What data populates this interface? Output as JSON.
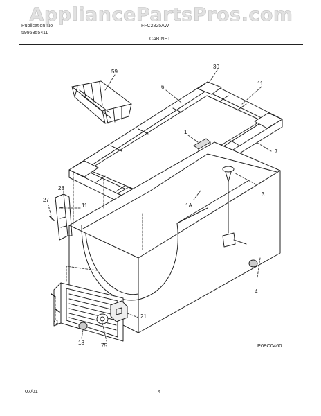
{
  "header": {
    "publication_label": "Publication No",
    "publication_no": "5995355411",
    "model": "FFC2825AW",
    "section": "CABINET"
  },
  "watermark": "AppliancePartsPros.com",
  "callouts": {
    "c59": "59",
    "c30": "30",
    "c6": "6",
    "c11_top": "11",
    "c1": "1",
    "c7": "7",
    "c28": "28",
    "c27": "27",
    "c11_left": "11",
    "c1A": "1A",
    "c3": "3",
    "c4": "4",
    "c21": "21",
    "c71": "71",
    "c18": "18",
    "c75": "75"
  },
  "diagram_code": "P08C0460",
  "footer": {
    "date": "07/01",
    "page": "4"
  }
}
